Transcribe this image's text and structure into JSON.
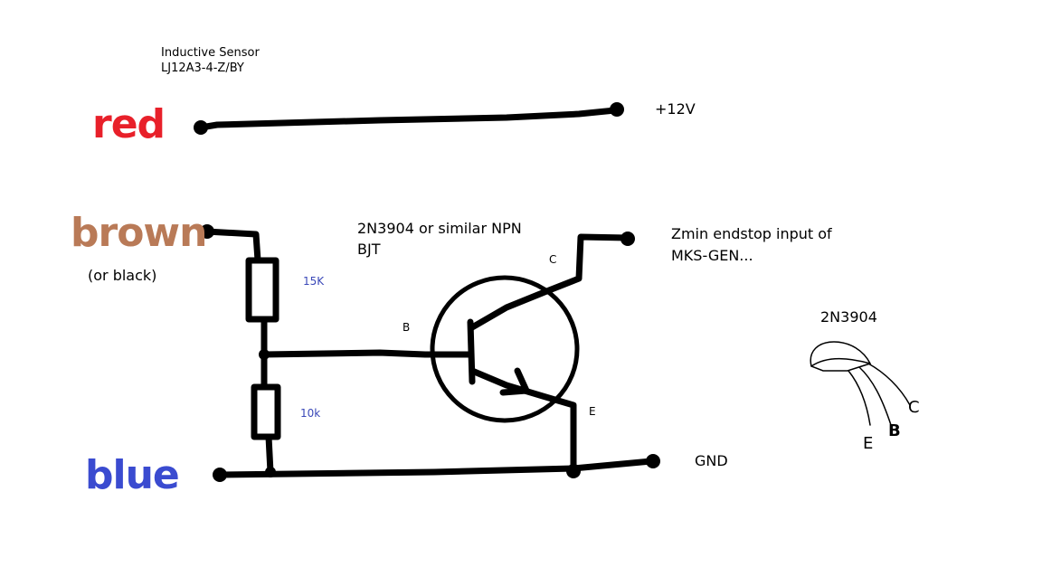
{
  "sensor": {
    "title": "Inductive Sensor",
    "model": "LJ12A3-4-Z/BY"
  },
  "wires": {
    "red": {
      "label": "red",
      "color": "#e8202a"
    },
    "brown": {
      "label": "brown",
      "color": "#b97a57",
      "note": "(or black)"
    },
    "blue": {
      "label": "blue",
      "color": "#3a4bd0"
    }
  },
  "supply": {
    "label": "+12V"
  },
  "ground": {
    "label": "GND"
  },
  "transistor": {
    "desc_line1": "2N3904 or similar NPN",
    "desc_line2": "BJT",
    "pin_b": "B",
    "pin_c": "C",
    "pin_e": "E"
  },
  "resistors": {
    "r1": "15K",
    "r2": "10k"
  },
  "output": {
    "line1": "Zmin endstop input of",
    "line2": "MKS-GEN..."
  },
  "package": {
    "title": "2N3904",
    "pin_e": "E",
    "pin_b": "B",
    "pin_c": "C"
  }
}
